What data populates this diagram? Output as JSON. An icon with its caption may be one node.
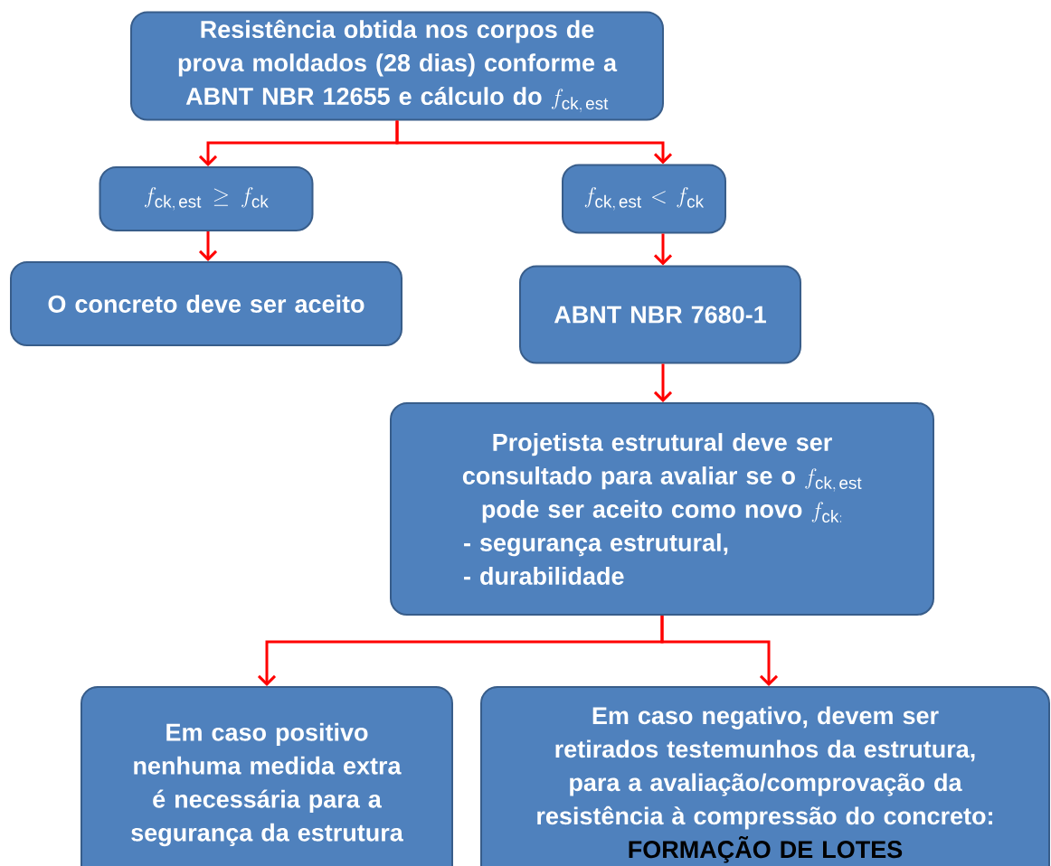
{
  "diagram": {
    "nodes": [
      {
        "text": [
          "Resistência obtida nos corpos de prova moldados (28 dias) conforme a ABNT NBR 12655 e cálculo do",
          "f_{\\mathrm{ck,\\,est}}"
        ]
      },
      {
        "text": [
          "f_{\\mathrm{ck,\\,est}} \\geq f_{\\mathrm{ck}}"
        ]
      },
      {
        "text": [
          "f_{\\mathrm{ck,\\,est}} < f_{\\mathrm{ck}}"
        ]
      },
      {
        "text": [
          "O concreto deve ser aceito"
        ]
      },
      {
        "text": [
          "ABNT NBR 7680-1"
        ]
      },
      {
        "text": [
          "Projetista estrutural deve ser consultado para avaliar se o",
          "f_{\\mathrm{ck,\\,est}}",
          "pode ser aceito como novo",
          "f_{\\mathrm{ck}:}",
          "- segurança estrutural,",
          "- durabilidade"
        ]
      },
      {
        "text": [
          "Em caso positivo nenhuma medida extra é necessária para a segurança da estrutura"
        ]
      },
      {
        "text": [
          "Em caso negativo, devem ser retirados testemunhos da estrutura, para a avaliação/comprovação da resistência à compressão do concreto:",
          "FORMAÇÃO DE LOTES"
        ]
      }
    ],
    "edges": [
      {
        "from": 0,
        "to": 1,
        "arrow": "to"
      },
      {
        "from": 0,
        "to": 2,
        "arrow": "to"
      },
      {
        "from": 1,
        "to": 3,
        "arrow": "to"
      },
      {
        "from": 2,
        "to": 4,
        "arrow": "to"
      },
      {
        "from": 4,
        "to": 5,
        "arrow": "to"
      },
      {
        "from": 5,
        "to": 6,
        "arrow": "to"
      },
      {
        "from": 5,
        "to": 7,
        "arrow": "to"
      }
    ]
  }
}
